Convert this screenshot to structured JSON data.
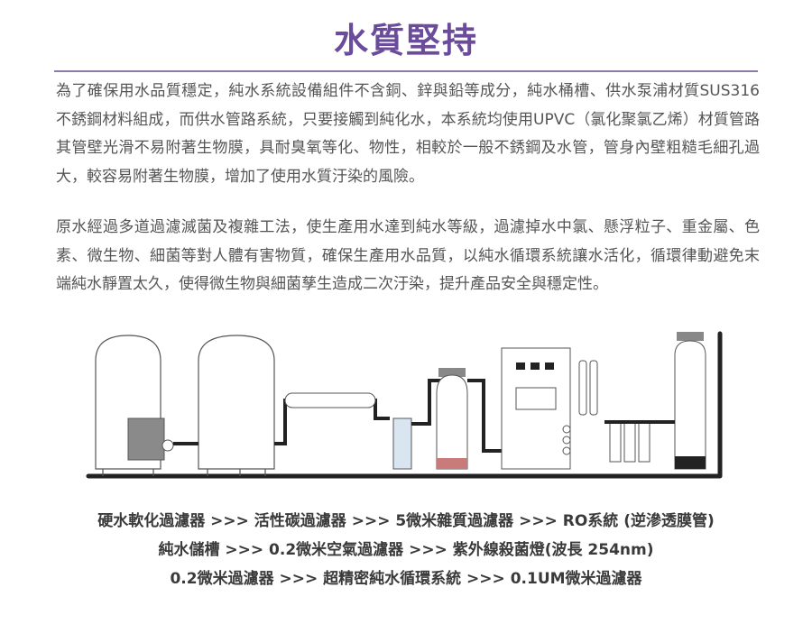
{
  "title": "水質堅持",
  "paragraphs": [
    "為了確保用水品質穩定，純水系統設備組件不含銅、鋅與鉛等成分，純水桶槽、供水泵浦材質SUS316不銹鋼材料組成，而供水管路系統，只要接觸到純化水，本系統均使用UPVC（氯化聚氯乙烯）材質管路其管壁光滑不易附著生物膜，具耐臭氧等化、物性，相較於一般不銹鋼及水管，管身內壁粗糙毛細孔過大，較容易附著生物膜，增加了使用水質汙染的風險。",
    "原水經過多道過濾滅菌及複雜工法，使生產用水達到純水等級，過濾掉水中氯、懸浮粒子、重金屬、色素、微生物、細菌等對人體有害物質，確保生產用水品質，以純水循環系統讓水活化，循環律動避免末端純水靜置太久，使得微生物與細菌孳生造成二次汙染，提升產品安全與穩定性。"
  ],
  "flow_lines": [
    "硬水軟化過濾器 >>> 活性碳過濾器 >>> 5微米雜質過濾器 >>> RO系統 (逆滲透膜管)",
    "純水儲槽 >>> 0.2微米空氣過濾器 >>> 紫外線殺菌燈(波長 254nm)",
    "0.2微米過濾器 >>> 超精密純水循環系統 >>> 0.1UM微米過濾器"
  ],
  "colors": {
    "title": "#6b4c9a",
    "rule": "#8c7aa8",
    "pipe": "#1e1e1e",
    "accent_pink": "#c97a7a",
    "filter_blue": "#d9e6f2"
  }
}
